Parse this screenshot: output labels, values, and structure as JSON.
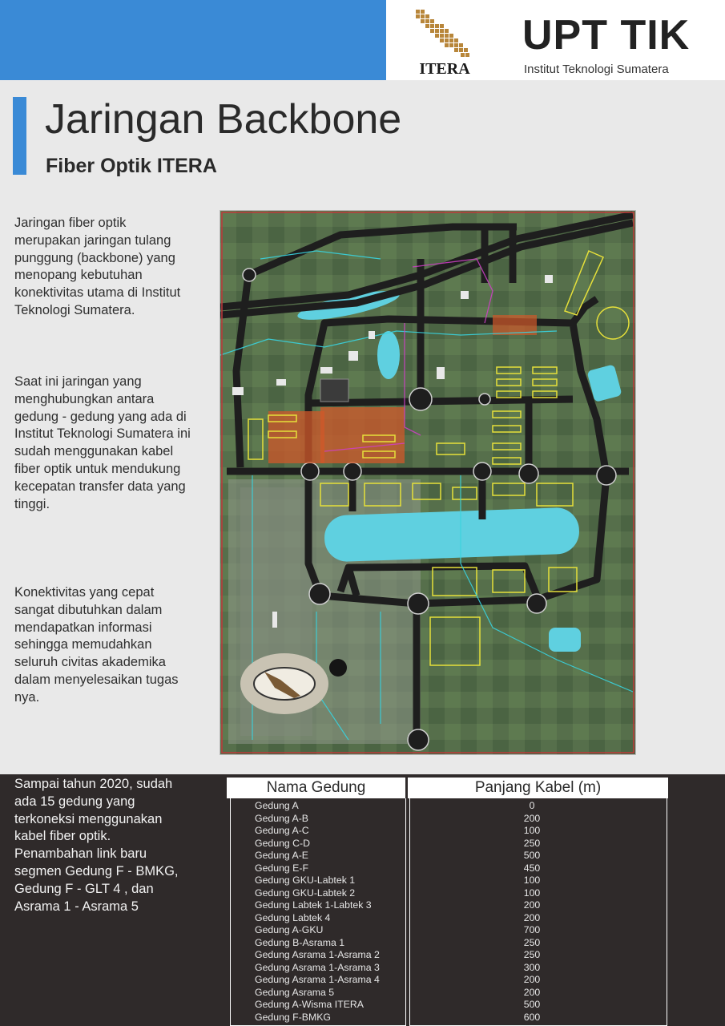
{
  "header": {
    "logo_text": "ITERA",
    "brand_title": "UPT TIK",
    "brand_subtitle": "Institut Teknologi Sumatera"
  },
  "title": "Jaringan Backbone",
  "subtitle": "Fiber Optik ITERA",
  "paragraphs": [
    "Jaringan fiber optik merupakan jaringan tulang punggung (backbone) yang menopang kebutuhan konektivitas utama di Institut Teknologi Sumatera.",
    "Saat ini jaringan yang menghubungkan antara gedung - gedung  yang ada di Institut Teknologi Sumatera ini sudah menggunakan kabel fiber optik untuk mendukung kecepatan transfer data yang tinggi.",
    "Konektivitas yang cepat sangat dibutuhkan dalam mendapatkan informasi sehingga memudahkan seluruh civitas akademika dalam menyelesaikan tugas nya."
  ],
  "bottom_text": "Sampai tahun 2020, sudah ada 15 gedung yang terkoneksi menggunakan kabel fiber optik. Penambahan link baru segmen Gedung F - BMKG, Gedung F - GLT 4 , dan Asrama 1 - Asrama 5",
  "table": {
    "col_name": "Nama Gedung",
    "col_length": "Panjang Kabel (m)",
    "rows": [
      {
        "name": "Gedung A",
        "length": "0"
      },
      {
        "name": "Gedung A-B",
        "length": "200"
      },
      {
        "name": "Gedung A-C",
        "length": "100"
      },
      {
        "name": "Gedung C-D",
        "length": "250"
      },
      {
        "name": "Gedung A-E",
        "length": "500"
      },
      {
        "name": "Gedung E-F",
        "length": "450"
      },
      {
        "name": "Gedung GKU-Labtek 1",
        "length": "100"
      },
      {
        "name": "Gedung GKU-Labtek 2",
        "length": "100"
      },
      {
        "name": "Gedung Labtek 1-Labtek 3",
        "length": "200"
      },
      {
        "name": "Gedung Labtek 4",
        "length": "200"
      },
      {
        "name": "Gedung A-GKU",
        "length": "700"
      },
      {
        "name": "Gedung B-Asrama 1",
        "length": "250"
      },
      {
        "name": "Gedung Asrama 1-Asrama 2",
        "length": "250"
      },
      {
        "name": "Gedung Asrama 1-Asrama 3",
        "length": "300"
      },
      {
        "name": "Gedung Asrama 1-Asrama 4",
        "length": "200"
      },
      {
        "name": "Gedung Asrama 5",
        "length": "200"
      },
      {
        "name": "Gedung A-Wisma ITERA",
        "length": "500"
      },
      {
        "name": "Gedung F-BMKG",
        "length": "600"
      }
    ]
  },
  "colors": {
    "accent": "#3a8ad6",
    "dark_panel": "#2f2a2a",
    "road": "#1e1e1e",
    "water": "#5fd0e0",
    "building_outline": "#e6e03a"
  }
}
